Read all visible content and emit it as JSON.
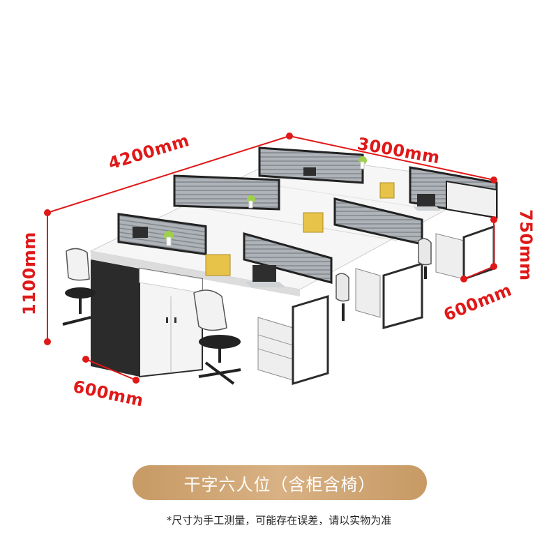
{
  "dimensions": {
    "length_top": "4200mm",
    "width_top_right": "3000mm",
    "height_left": "1100mm",
    "height_right": "750mm",
    "depth_right": "600mm",
    "depth_left": "600mm"
  },
  "product": {
    "title": "干字六人位（含柜含椅）",
    "note": "*尺寸为手工测量，可能存在误差，请以实物为准"
  },
  "colors": {
    "dimension_line": "#e01818",
    "title_pill": "#c99d68",
    "desk_top": "#ffffff",
    "frame_dark": "#2b2b2b",
    "partition_glass": "#9aa0a6"
  },
  "icons": {
    "furniture": "office-workstation-illustration",
    "plant": "potted-plant-icon",
    "laptop": "laptop-icon",
    "chair": "office-chair-icon"
  }
}
